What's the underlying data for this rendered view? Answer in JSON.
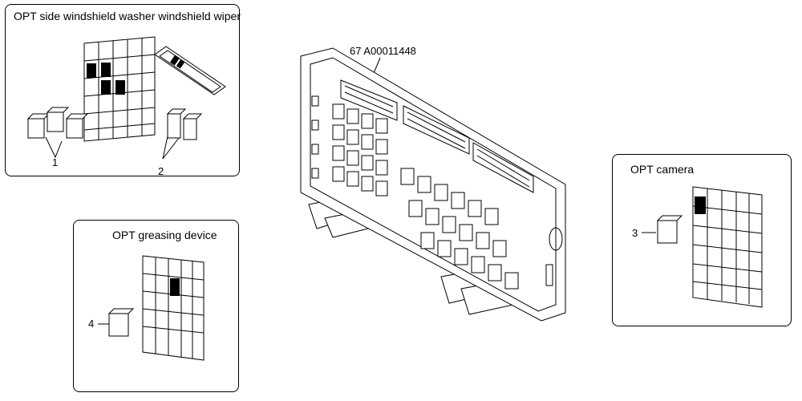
{
  "panels": {
    "side_washer": {
      "title": "OPT side windshield washer  windshield wiper",
      "callouts": [
        "1",
        "2"
      ]
    },
    "greasing": {
      "title": "OPT greasing device",
      "callouts": [
        "4"
      ]
    },
    "camera": {
      "title": "OPT camera",
      "callouts": [
        "3"
      ]
    }
  },
  "main_part": {
    "label": "67 A00011448"
  }
}
